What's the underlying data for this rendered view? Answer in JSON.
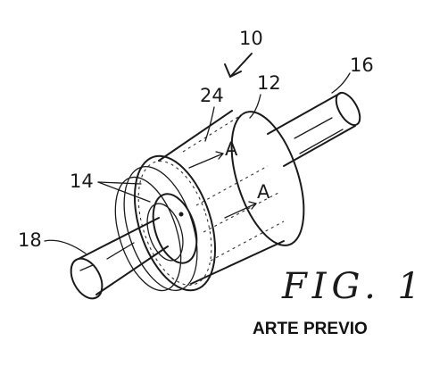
{
  "figure": {
    "labels": {
      "assembly": "10",
      "housing": "12",
      "bands": "14",
      "shaft_right": "16",
      "shaft_left": "18",
      "surface": "24",
      "arrow_a_upper": "A",
      "arrow_a_lower": "A"
    },
    "title": "FIG. 1",
    "caption": "ARTE PREVIO"
  },
  "colors": {
    "ink": "#1a1a1a",
    "background": "#ffffff"
  }
}
